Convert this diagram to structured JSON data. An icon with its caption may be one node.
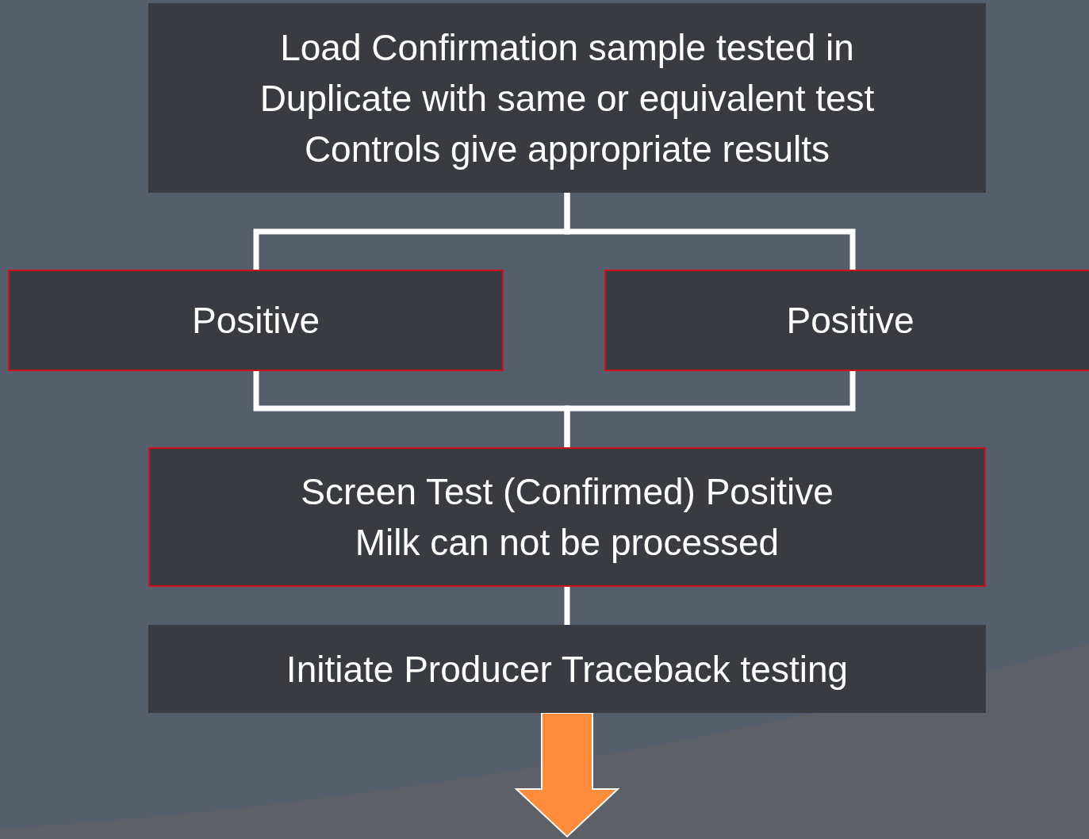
{
  "diagram": {
    "nodes": [
      {
        "text": [
          "Load Confirmation sample tested in Duplicate with same or equivalent test",
          "Controls give appropriate results"
        ]
      },
      {
        "text": [
          "Positive"
        ]
      },
      {
        "text": [
          "Positive"
        ]
      },
      {
        "text": [
          "Screen Test (Confirmed) Positive",
          "Milk can not be processed"
        ]
      },
      {
        "text": [
          "Initiate Producer Traceback testing"
        ]
      }
    ],
    "edges": [
      {
        "from": 0,
        "to": 1,
        "arrow": "none"
      },
      {
        "from": 0,
        "to": 2,
        "arrow": "none"
      },
      {
        "from": 1,
        "to": 3,
        "arrow": "none"
      },
      {
        "from": 2,
        "to": 3,
        "arrow": "none"
      },
      {
        "from": 3,
        "to": 4,
        "arrow": "none"
      },
      {
        "from": 4,
        "to": null,
        "arrow": "to",
        "style": "thick",
        "color": "#ff8c3a"
      }
    ]
  }
}
